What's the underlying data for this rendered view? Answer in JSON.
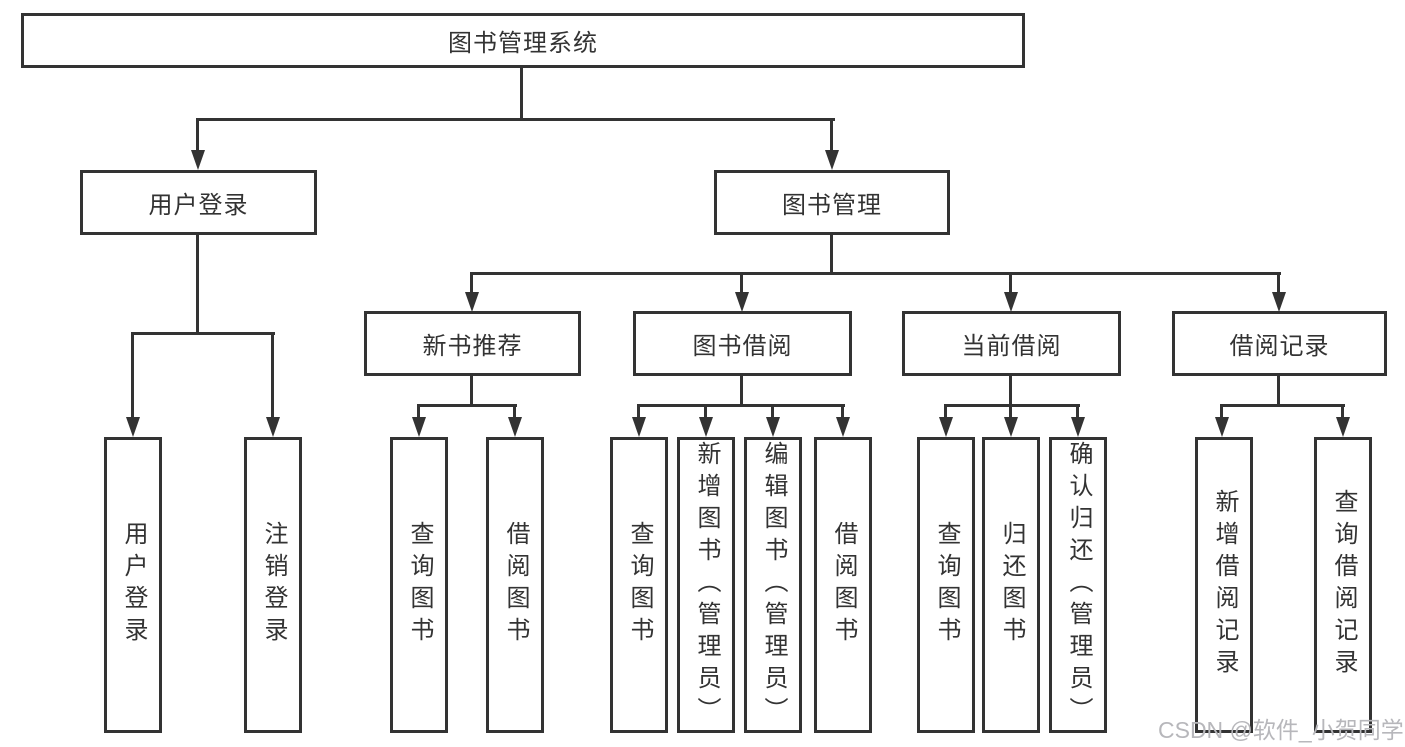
{
  "diagram_type": "tree",
  "colors": {
    "line": "#333333",
    "box_border": "#333333",
    "text": "#333333",
    "background": "#ffffff",
    "watermark": "#b7b7bb"
  },
  "tree": {
    "root": {
      "label": "图书管理系统"
    },
    "branches": [
      {
        "label": "用户登录",
        "children": [
          {
            "label": "用户登录"
          },
          {
            "label": "注销登录"
          }
        ]
      },
      {
        "label": "图书管理",
        "children": [
          {
            "label": "新书推荐",
            "children": [
              {
                "label": "查询图书"
              },
              {
                "label": "借阅图书"
              }
            ]
          },
          {
            "label": "图书借阅",
            "children": [
              {
                "label": "查询图书"
              },
              {
                "label": "新增图书（管理员）"
              },
              {
                "label": "编辑图书（管理员）"
              },
              {
                "label": "借阅图书"
              }
            ]
          },
          {
            "label": "当前借阅",
            "children": [
              {
                "label": "查询图书"
              },
              {
                "label": "归还图书"
              },
              {
                "label": "确认归还（管理员）"
              }
            ]
          },
          {
            "label": "借阅记录",
            "children": [
              {
                "label": "新增借阅记录"
              },
              {
                "label": "查询借阅记录"
              }
            ]
          }
        ]
      }
    ]
  },
  "watermark": {
    "text": "CSDN @软件_小贺同学"
  }
}
